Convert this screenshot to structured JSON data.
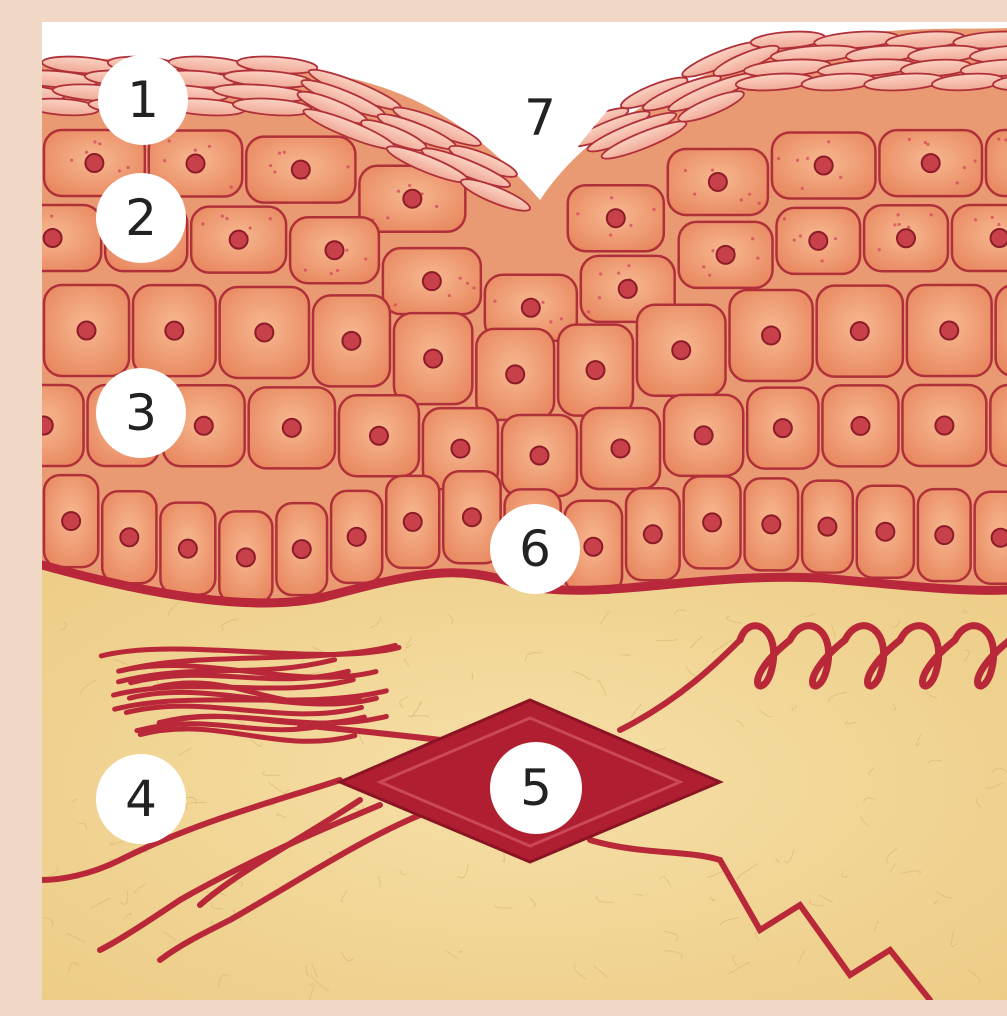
{
  "diagram": {
    "labels": [
      {
        "id": "1",
        "text": "1"
      },
      {
        "id": "2",
        "text": "2"
      },
      {
        "id": "3",
        "text": "3"
      },
      {
        "id": "4",
        "text": "4"
      },
      {
        "id": "5",
        "text": "5"
      },
      {
        "id": "6",
        "text": "6"
      },
      {
        "id": "7",
        "text": "7"
      }
    ]
  },
  "colors": {
    "frame": "#f1d8c6",
    "cell_fill": "#f0a078",
    "cell_outline": "#b0303a",
    "nucleus": "#c8404a",
    "basement_membrane": "#b8283a",
    "connective_tissue": "#f2d79a",
    "fiber": "#b82838",
    "fibroblast": "#b01e32",
    "label_circle": "#ffffff"
  }
}
